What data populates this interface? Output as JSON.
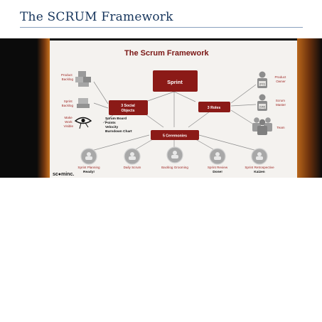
{
  "document": {
    "title": "The SCRUM Framework"
  },
  "slide": {
    "title": "The Scrum Framework",
    "center": "Sprint",
    "social": [
      "3 Social",
      "Objects"
    ],
    "roles": "3 Roles",
    "ceremonies": "5 Ceremonies",
    "artifacts": [
      {
        "label": [
          "Product",
          "Backlog"
        ],
        "icon": "boxes-icon"
      },
      {
        "label": [
          "Sprint",
          "Backlog"
        ],
        "icon": "box-icon"
      },
      {
        "label": [
          "Make",
          "Work",
          "Visible"
        ],
        "icon": "eye-icon"
      }
    ],
    "visible_items": [
      "Scrum Board",
      "Points",
      "Velocity",
      "Burndown Chart"
    ],
    "role_items": [
      {
        "label": [
          "Product",
          "Owner"
        ],
        "badge": "[PO]"
      },
      {
        "label": [
          "Scrum",
          "Master"
        ],
        "badge": "[SM]"
      },
      {
        "label": [
          "Team"
        ],
        "badge": ""
      }
    ],
    "ceremony_items": [
      {
        "label": "Sprint Planning",
        "sub": "Ready!"
      },
      {
        "label": "Daily Scrum",
        "sub": ""
      },
      {
        "label": "Backlog Grooming",
        "sub": ""
      },
      {
        "label": "Sprint Review",
        "sub": "Done!"
      },
      {
        "label": "Sprint Retrospective",
        "sub": "Kaizen"
      }
    ],
    "logo": "sc●minc.",
    "colors": {
      "box": "#8b1a17",
      "label": "#a02b28",
      "line": "#8c8c8c"
    }
  }
}
